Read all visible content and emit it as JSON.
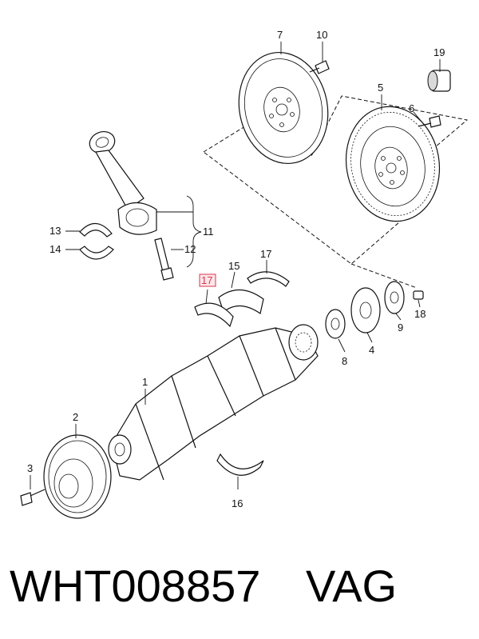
{
  "callouts": {
    "c1": "1",
    "c2": "2",
    "c3": "3",
    "c4": "4",
    "c5": "5",
    "c6": "6",
    "c7": "7",
    "c8": "8",
    "c9": "9",
    "c10": "10",
    "c11": "11",
    "c12": "12",
    "c13": "13",
    "c14": "14",
    "c15": "15",
    "c16": "16",
    "c17a": "17",
    "c17b": "17",
    "c18": "18",
    "c19": "19"
  },
  "highlight_color": "#d9344f",
  "footer": {
    "code": "WHT008857",
    "brand": "VAG"
  }
}
